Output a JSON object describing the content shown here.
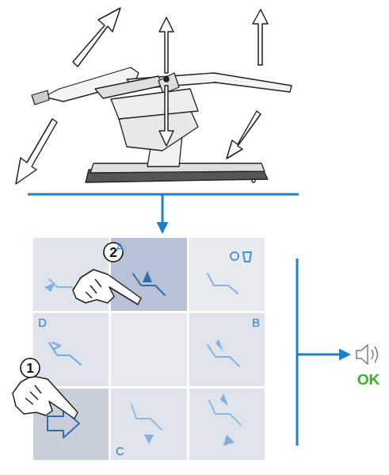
{
  "diagram": {
    "nodes": [
      {
        "text": [
          "A"
        ]
      },
      {
        "text": [
          "D"
        ]
      },
      {
        "text": [
          "B"
        ]
      },
      {
        "text": [
          "C"
        ]
      }
    ],
    "labels": [
      "2",
      "1",
      "OK"
    ]
  }
}
